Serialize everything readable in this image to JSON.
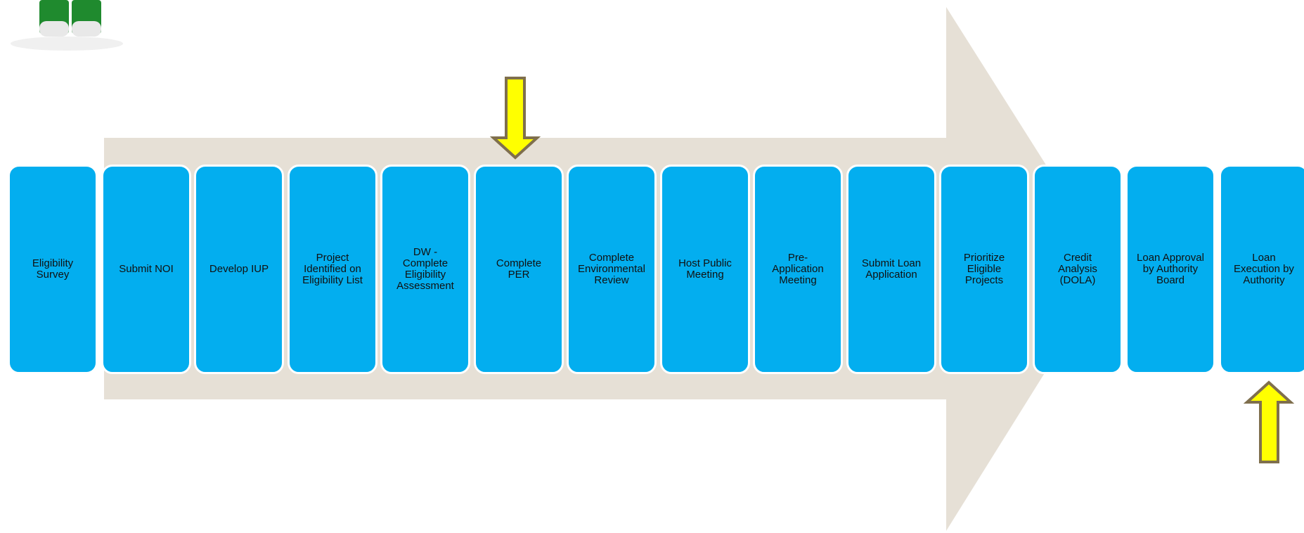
{
  "colors": {
    "step_fill": "#03aeef",
    "step_text": "#111111",
    "arrow_band": "#e6e0d6",
    "marker_fill": "#ffff00",
    "marker_outline": "#7f6f4d",
    "figure_green": "#1f8a2e"
  },
  "icons": {
    "current_step_marker": "down-arrow-icon",
    "target_step_marker": "up-arrow-icon",
    "mascot": "green-figure-icon"
  },
  "steps": [
    {
      "label": "Eligibility\nSurvey"
    },
    {
      "label": "Submit NOI"
    },
    {
      "label": "Develop IUP"
    },
    {
      "label": "Project\nIdentified on\nEligibility List"
    },
    {
      "label": "DW -\nComplete\nEligibility\nAssessment"
    },
    {
      "label": "Complete\nPER"
    },
    {
      "label": "Complete\nEnvironmental\nReview"
    },
    {
      "label": "Host Public\nMeeting"
    },
    {
      "label": "Pre-\nApplication\nMeeting"
    },
    {
      "label": "Submit Loan\nApplication"
    },
    {
      "label": "Prioritize\nEligible\nProjects"
    },
    {
      "label": "Credit\nAnalysis\n(DOLA)"
    },
    {
      "label": "Loan Approval\nby Authority\nBoard"
    },
    {
      "label": "Loan\nExecution by\nAuthority"
    }
  ],
  "markers": {
    "down_arrow_step": 5,
    "up_arrow_step": 13
  }
}
